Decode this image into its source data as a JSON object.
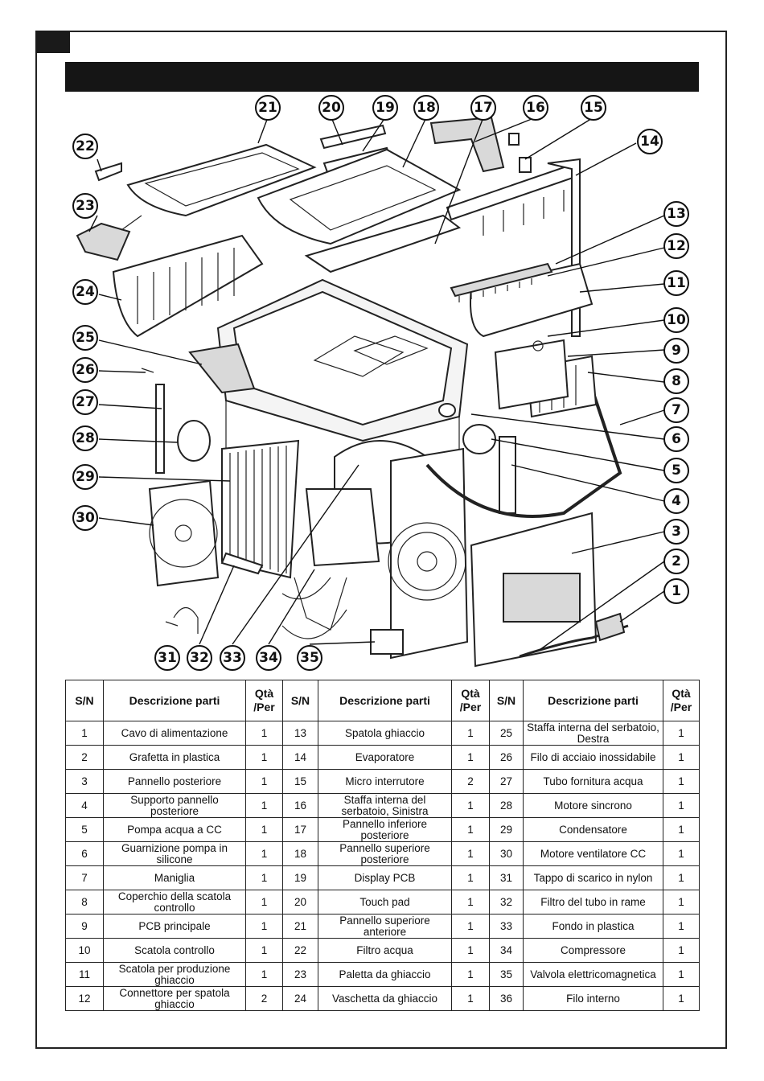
{
  "table": {
    "headers": [
      {
        "sn": "S/N",
        "desc": "Descrizione parti",
        "qty": "Qtà /Per"
      },
      {
        "sn": "S/N",
        "desc": "Descrizione parti",
        "qty": "Qtà /Per"
      },
      {
        "sn": "S/N",
        "desc": "Descrizione parti",
        "qty": "Qtà /Per"
      }
    ],
    "rows": [
      [
        {
          "sn": "1",
          "desc": "Cavo di alimentazione",
          "qty": "1"
        },
        {
          "sn": "13",
          "desc": "Spatola ghiaccio",
          "qty": "1"
        },
        {
          "sn": "25",
          "desc": "Staffa interna del serbatoio, Destra",
          "qty": "1"
        }
      ],
      [
        {
          "sn": "2",
          "desc": "Grafetta in plastica",
          "qty": "1"
        },
        {
          "sn": "14",
          "desc": "Evaporatore",
          "qty": "1"
        },
        {
          "sn": "26",
          "desc": "Filo di acciaio inossidabile",
          "qty": "1"
        }
      ],
      [
        {
          "sn": "3",
          "desc": "Pannello posteriore",
          "qty": "1"
        },
        {
          "sn": "15",
          "desc": "Micro interrutore",
          "qty": "2"
        },
        {
          "sn": "27",
          "desc": "Tubo fornitura acqua",
          "qty": "1"
        }
      ],
      [
        {
          "sn": "4",
          "desc": "Supporto pannello posteriore",
          "qty": "1"
        },
        {
          "sn": "16",
          "desc": "Staffa interna del serbatoio, Sinistra",
          "qty": "1"
        },
        {
          "sn": "28",
          "desc": "Motore sincrono",
          "qty": "1"
        }
      ],
      [
        {
          "sn": "5",
          "desc": "Pompa acqua a CC",
          "qty": "1"
        },
        {
          "sn": "17",
          "desc": "Pannello inferiore posteriore",
          "qty": "1"
        },
        {
          "sn": "29",
          "desc": "Condensatore",
          "qty": "1"
        }
      ],
      [
        {
          "sn": "6",
          "desc": "Guarnizione pompa in silicone",
          "qty": "1"
        },
        {
          "sn": "18",
          "desc": "Pannello superiore posteriore",
          "qty": "1"
        },
        {
          "sn": "30",
          "desc": "Motore ventilatore CC",
          "qty": "1"
        }
      ],
      [
        {
          "sn": "7",
          "desc": "Maniglia",
          "qty": "1"
        },
        {
          "sn": "19",
          "desc": "Display PCB",
          "qty": "1"
        },
        {
          "sn": "31",
          "desc": "Tappo di scarico in nylon",
          "qty": "1"
        }
      ],
      [
        {
          "sn": "8",
          "desc": "Coperchio della scatola controllo",
          "qty": "1"
        },
        {
          "sn": "20",
          "desc": "Touch pad",
          "qty": "1"
        },
        {
          "sn": "32",
          "desc": "Filtro del tubo in rame",
          "qty": "1"
        }
      ],
      [
        {
          "sn": "9",
          "desc": "PCB principale",
          "qty": "1"
        },
        {
          "sn": "21",
          "desc": "Pannello superiore anteriore",
          "qty": "1"
        },
        {
          "sn": "33",
          "desc": "Fondo in plastica",
          "qty": "1"
        }
      ],
      [
        {
          "sn": "10",
          "desc": "Scatola controllo",
          "qty": "1"
        },
        {
          "sn": "22",
          "desc": "Filtro acqua",
          "qty": "1"
        },
        {
          "sn": "34",
          "desc": "Compressore",
          "qty": "1"
        }
      ],
      [
        {
          "sn": "11",
          "desc": "Scatola per produzione ghiaccio",
          "qty": "1"
        },
        {
          "sn": "23",
          "desc": "Paletta da ghiaccio",
          "qty": "1"
        },
        {
          "sn": "35",
          "desc": "Valvola elettricomagnetica",
          "qty": "1"
        }
      ],
      [
        {
          "sn": "12",
          "desc": "Connettore per spatola ghiaccio",
          "qty": "2"
        },
        {
          "sn": "24",
          "desc": "Vaschetta da ghiaccio",
          "qty": "1"
        },
        {
          "sn": "36",
          "desc": "Filo interno",
          "qty": "1"
        }
      ]
    ]
  },
  "callouts": [
    "1",
    "2",
    "3",
    "4",
    "5",
    "6",
    "7",
    "8",
    "9",
    "10",
    "11",
    "12",
    "13",
    "14",
    "15",
    "16",
    "17",
    "18",
    "19",
    "20",
    "21",
    "22",
    "23",
    "24",
    "25",
    "26",
    "27",
    "28",
    "29",
    "30",
    "31",
    "32",
    "33",
    "34",
    "35"
  ]
}
